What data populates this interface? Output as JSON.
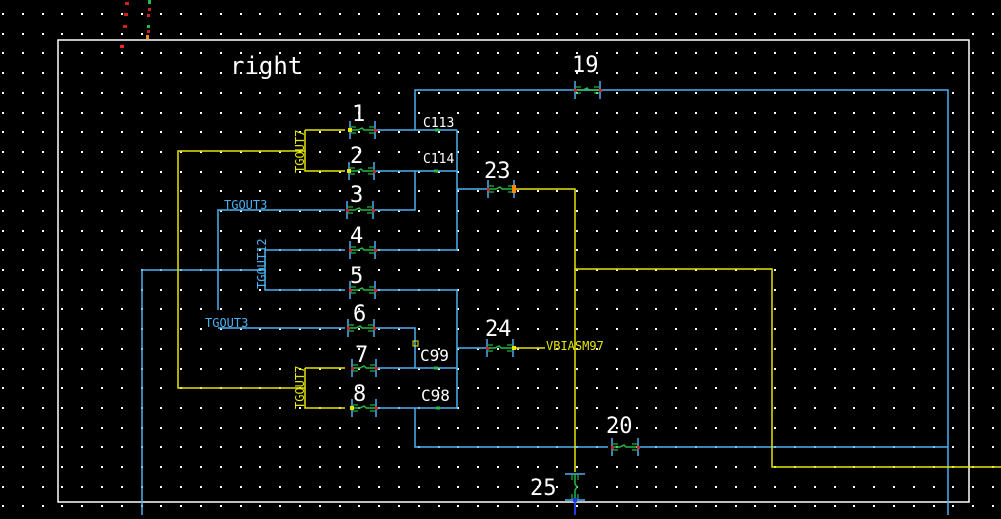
{
  "app": {
    "type": "schematic-editor-canvas",
    "background_color": "#000000",
    "grid_color": "#ffffff"
  },
  "colors": {
    "wire_blue": "#4ab0f0",
    "wire_yellow": "#e6e600",
    "border_white": "#ffffff",
    "switch_green": "#22bb44",
    "pin_red": "#cc2222",
    "pin_orange": "#ff8800"
  },
  "block": {
    "label": "right"
  },
  "switches": [
    {
      "id": "1"
    },
    {
      "id": "2"
    },
    {
      "id": "3"
    },
    {
      "id": "4"
    },
    {
      "id": "5"
    },
    {
      "id": "6"
    },
    {
      "id": "7"
    },
    {
      "id": "8"
    },
    {
      "id": "19"
    },
    {
      "id": "20"
    },
    {
      "id": "23"
    },
    {
      "id": "24"
    },
    {
      "id": "25"
    }
  ],
  "nodes": {
    "c113": "C113",
    "c114": "C114",
    "c99": "C99",
    "c98": "C98"
  },
  "nets": {
    "tgout7_top": "TGOUT7",
    "tgout7_bottom": "TGOUT7",
    "tgout3_top": "TGOUT3",
    "tgout3_bottom": "TGOUT3",
    "tgout12": "TGOUT12",
    "vbiasm97": "VBIASM97"
  }
}
